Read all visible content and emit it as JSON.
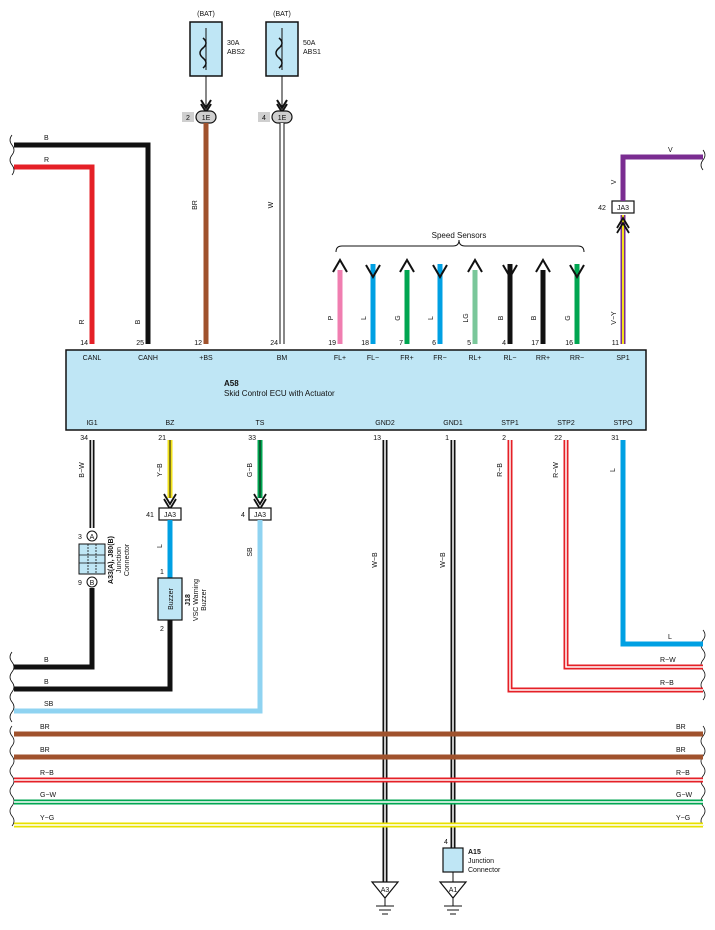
{
  "fuses": [
    {
      "id": "fuse-abs2",
      "top": "(BAT)",
      "rating": "30A",
      "name": "ABS2",
      "pin": "2",
      "conn": "1E",
      "wire": "BR"
    },
    {
      "id": "fuse-abs1",
      "top": "(BAT)",
      "rating": "50A",
      "name": "ABS1",
      "pin": "4",
      "conn": "1E",
      "wire": "W"
    }
  ],
  "ecu": {
    "code": "A58",
    "name": "Skid Control ECU with Actuator",
    "top_terminals": [
      {
        "label": "CANL",
        "pin": "14",
        "wire": "R"
      },
      {
        "label": "CANH",
        "pin": "25",
        "wire": "B"
      },
      {
        "label": "+BS",
        "pin": "12"
      },
      {
        "label": "BM",
        "pin": "24"
      },
      {
        "label": "FL+",
        "pin": "19",
        "wire": "P"
      },
      {
        "label": "FL−",
        "pin": "18",
        "wire": "L"
      },
      {
        "label": "FR+",
        "pin": "7",
        "wire": "G"
      },
      {
        "label": "FR−",
        "pin": "6",
        "wire": "L"
      },
      {
        "label": "RL+",
        "pin": "5",
        "wire": "LG"
      },
      {
        "label": "RL−",
        "pin": "4",
        "wire": "B"
      },
      {
        "label": "RR+",
        "pin": "17",
        "wire": "B"
      },
      {
        "label": "RR−",
        "pin": "16",
        "wire": "G"
      },
      {
        "label": "SP1",
        "pin": "11",
        "wire": "V−Y"
      }
    ],
    "bottom_terminals": [
      {
        "label": "IG1",
        "pin": "34",
        "wire": "B−W"
      },
      {
        "label": "BZ",
        "pin": "21",
        "wire": "Y−B"
      },
      {
        "label": "TS",
        "pin": "33",
        "wire": "G−B"
      },
      {
        "label": "GND2",
        "pin": "13",
        "wire": "W−B"
      },
      {
        "label": "GND1",
        "pin": "1",
        "wire": "W−B"
      },
      {
        "label": "STP1",
        "pin": "2",
        "wire": "R−B"
      },
      {
        "label": "STP2",
        "pin": "22",
        "wire": "R−W"
      },
      {
        "label": "STPO",
        "pin": "31",
        "wire": "L"
      }
    ]
  },
  "speed_sensors_label": "Speed Sensors",
  "sp1": {
    "pin": "42",
    "conn": "JA3",
    "wire": "V"
  },
  "bz_conn": {
    "pin": "41",
    "conn": "JA3",
    "wire": "L"
  },
  "ts_conn": {
    "pin": "4",
    "conn": "JA3",
    "wire": "SB"
  },
  "junction": {
    "code": "A33(A), J80(B)",
    "name": "Junction",
    "name2": "Connector",
    "pinA": "A",
    "pinB": "B",
    "num_top": "3",
    "num_bot": "9"
  },
  "buzzer": {
    "label": "Buzzer",
    "code": "J18",
    "name": "VSC Warning",
    "name2": "Buzzer",
    "pin_top": "1",
    "pin_bot": "2"
  },
  "a15": {
    "code": "A15",
    "name": "Junction",
    "name2": "Connector",
    "pin": "4"
  },
  "grounds": [
    {
      "label": "A3"
    },
    {
      "label": "A1"
    }
  ],
  "left_wires": {
    "top_b": "B",
    "top_r": "R",
    "b1": "B",
    "b2": "B",
    "sb": "SB"
  },
  "right_wires": {
    "l": "L",
    "rw": "R−W",
    "rb": "R−B",
    "v": "V"
  },
  "buses": [
    {
      "name": "BR",
      "color": "#a0522d"
    },
    {
      "name": "BR",
      "color": "#a0522d"
    },
    {
      "name": "R−B",
      "color": "#e52027"
    },
    {
      "name": "G−W",
      "color": "#00a651"
    },
    {
      "name": "Y−G",
      "color": "#e8e100"
    }
  ],
  "colors": {
    "ecu_fill": "#bfe6f5",
    "red": "#e52027",
    "brown": "#a0522d",
    "blue": "#00a0e3",
    "green": "#00a651",
    "lightgreen": "#7ac79a",
    "pink": "#f07eb0",
    "purple": "#7a2d91",
    "yellow": "#f2e21b",
    "skyblue": "#8fd3f1"
  }
}
